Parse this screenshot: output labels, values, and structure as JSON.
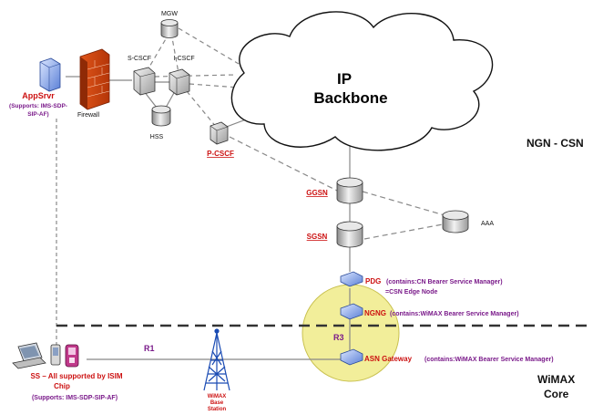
{
  "cloud": {
    "line1": "IP",
    "line2": "Backbone"
  },
  "regions": {
    "ngn_csn": "NGN - CSN",
    "wimax_line1": "WiMAX",
    "wimax_line2": "Core"
  },
  "nodes": {
    "mgw": "MGW",
    "s_cscf": "S-CSCF",
    "i_cscf": "I-CSCF",
    "hss": "HSS",
    "p_cscf": "P-CSCF",
    "firewall": "Firewall",
    "appsrvr": {
      "name": "AppSrvr",
      "desc_line1": "(Supports: IMS-SDP-",
      "desc_line2": "SIP-AF)"
    },
    "ggsn": "GGSN",
    "sgsn": "SGSN",
    "aaa": "AAA",
    "pdg": {
      "name": "PDG",
      "desc": "(contains:CN Bearer Service Manager)",
      "desc2": "=CSN Edge Node"
    },
    "ngng": {
      "name": "NGNG",
      "desc": "(contains:WiMAX Bearer Service Manager)"
    },
    "asn": {
      "name": "ASN Gateway",
      "desc": "(contains:WiMAX Bearer Service Manager)"
    },
    "ss": {
      "line1": "SS – All supported by ISIM",
      "line2": "Chip",
      "line3": "(Supports: IMS-SDP-SIP-AF)"
    },
    "bts": {
      "line1": "WiMAX",
      "line2": "Base",
      "line3": "Station"
    }
  },
  "links": {
    "r1": "R1",
    "r3": "R3"
  },
  "colors": {
    "label_red": "#cc1111",
    "label_purple": "#7a1a8a",
    "highlight": "#f2ee9a",
    "tower": "#1a4bb3"
  }
}
